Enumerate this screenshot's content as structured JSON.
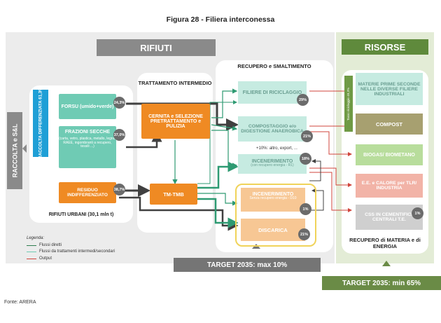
{
  "figure_title": "Figura 28 - Filiera interconessa",
  "source": "Fonte: ARERA",
  "headers": {
    "rifiuti": "RIFIUTI",
    "risorse": "RISORSE"
  },
  "raccolta": "RACCOLTA e S&L",
  "rifiuti_urbani": {
    "differenziata": "RACCOLTA DIFFERENZIATA 61,3%",
    "forsu": {
      "label": "FORSU (umido+verde)",
      "pct": "24,3%"
    },
    "frazioni": {
      "label": "FRAZIONI SECCHE",
      "detail": "(carta, vetro, plastica, metallo, legno, RAEE, ingombranti a recupero, tessili ...)",
      "pct": "37,0%"
    },
    "residuo": {
      "label": "RESIDUO INDIFFERENZIATO",
      "pct": "38,7%"
    },
    "caption": "RIFIUTI URBANI (30,1 mln t)"
  },
  "trattamento": {
    "title": "TRATTAMENTO INTERMEDIO",
    "cernita": "CERNITA e SELEZIONE PRETRATTAMENTO e PULIZIA",
    "tmb": "TM-TMB"
  },
  "recupero": {
    "title": "RECUPERO e SMALTIMENTO",
    "filiere": {
      "label": "FILIERE DI RICICLAGGIO",
      "pct": "29%"
    },
    "compost": {
      "label": "COMPOSTAGGIO e/o DIGESTIONE ANAEROBICA",
      "pct": "21%"
    },
    "note": "+10%: altro, export, ...",
    "incen1": {
      "label": "INCENERIMENTO",
      "detail": "(con recupero energia - R1)",
      "pct": "18%"
    },
    "incen2": {
      "label": "INCENERIMENTO",
      "detail": "Senza recupero energia - D10",
      "pct": "1%"
    },
    "discarica": {
      "label": "DISCARICA",
      "pct": "21%"
    }
  },
  "risorse": {
    "tasso": "Tasso riciclaggio 49,3%",
    "materie": "MATERIE PRIME SECONDE NELLE DIVERSE FILIERE INDUSTRIALI",
    "compost": "COMPOST",
    "biogas": "BIOGAS/ BIOMETANO",
    "ee": "E.E. e CALORE per TLR/ INDUSTRIA",
    "css": {
      "label": "CSS IN CEMENTIFICI/ CENTRALI T.E.",
      "pct": "1%"
    },
    "caption": "RECUPERO di MATERIA e di ENERGIA"
  },
  "legend": {
    "title": "Legenda:",
    "items": [
      {
        "label": "Flussi diretti",
        "color": "#2e7d4f"
      },
      {
        "label": "Flussi da trattamenti intermedi/secondari",
        "color": "#6fcbb4"
      },
      {
        "label": "Output",
        "color": "#d0453c"
      }
    ]
  },
  "targets": {
    "left": "TARGET 2035: max 10%",
    "right": "TARGET 2035: min 65%"
  },
  "colors": {
    "dark_arrow": "#404040",
    "green_arrow": "#2e9a72",
    "red_arrow": "#d0453c"
  }
}
